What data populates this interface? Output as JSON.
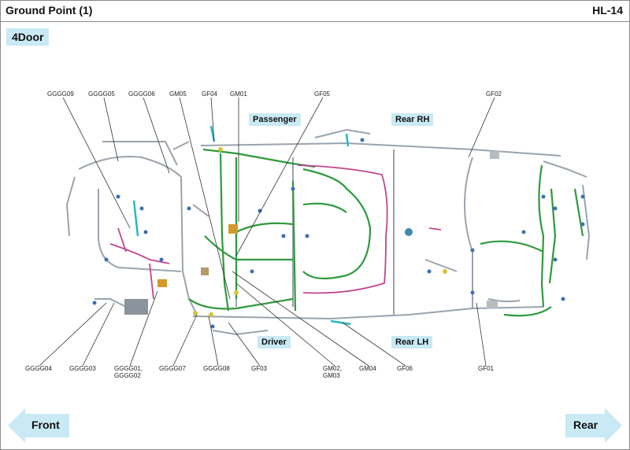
{
  "header": {
    "title": "Ground Point (1)",
    "code": "HL-14"
  },
  "variant_label": "4Door",
  "zones": {
    "passenger": "Passenger",
    "rear_rh": "Rear RH",
    "driver": "Driver",
    "rear_lh": "Rear LH"
  },
  "ground_points_top": [
    "GGGG09",
    "GGGG05",
    "GGGG06",
    "GM05",
    "GF04",
    "GM01",
    "GF05",
    "GF02"
  ],
  "ground_points_bottom": [
    "GGGG04",
    "GGGG03",
    "GGGG01,\nGGGG02",
    "GGGG07",
    "GGGG08",
    "GF03",
    "GM02,\nGM03",
    "GM04",
    "GF06",
    "GF01"
  ],
  "nav": {
    "front": "Front",
    "rear": "Rear"
  },
  "colors": {
    "zone_badge": "#c9e9f5",
    "arrow": "#c9e9f5",
    "wire_gray": "#9aa3ad",
    "wire_green": "#2e9a3e",
    "wire_magenta": "#c0468e",
    "wire_cyan": "#28b8c8"
  }
}
